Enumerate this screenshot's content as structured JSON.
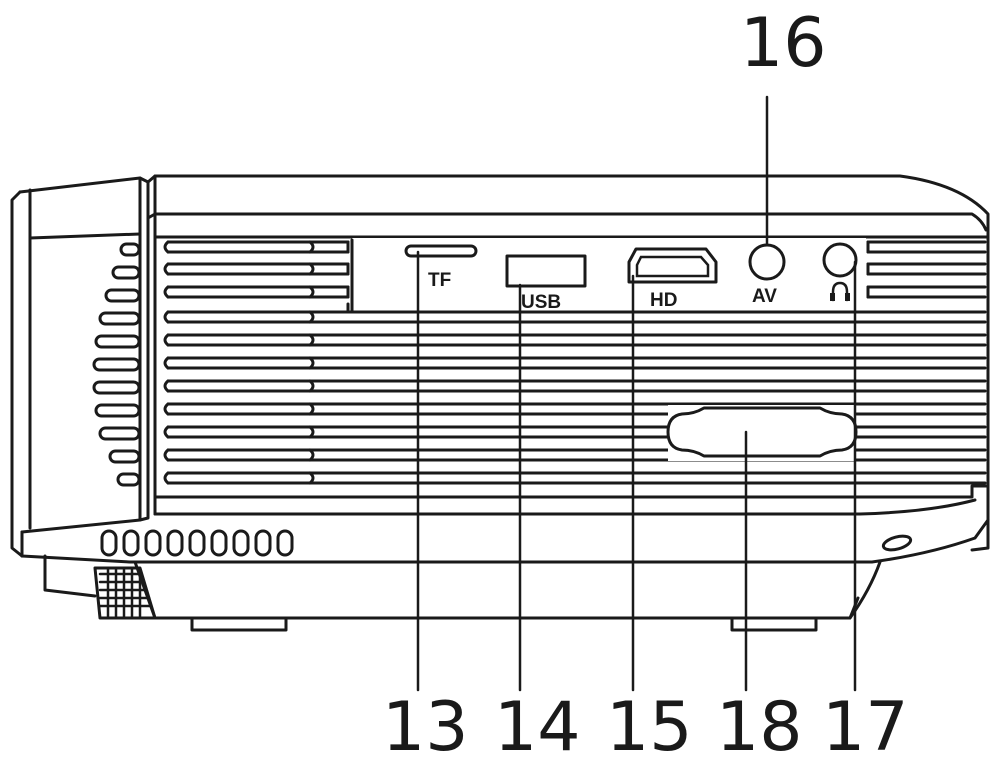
{
  "ports": {
    "tf": "TF",
    "usb": "USB",
    "hd": "HD",
    "av": "AV",
    "headphone": "🎧"
  },
  "callouts": {
    "c13": "13",
    "c14": "14",
    "c15": "15",
    "c16": "16",
    "c17": "17",
    "c18": "18"
  },
  "icons": {
    "headphone": "headphone-icon"
  },
  "colors": {
    "ink": "#1a1a1a",
    "background": "#ffffff"
  }
}
